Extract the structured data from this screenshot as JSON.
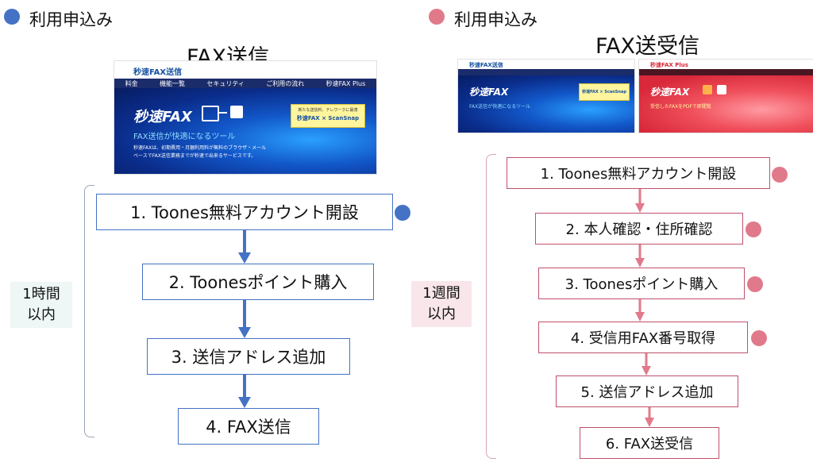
{
  "left": {
    "header": "利用申込み",
    "header_dot_color": "#4472c4",
    "title": "FAX送信",
    "screenshot": {
      "logo": "秒速FAX送信",
      "nav": [
        "料金",
        "機能一覧",
        "セキュリティ",
        "ご利用の流れ",
        "秒速FAX Plus"
      ],
      "hero_title": "秒速FAX",
      "tagline": "FAX送信が快適になるツール",
      "desc1": "秒速FAXは、初期費用・月額利用料が無料のブラウザ・メール",
      "desc2": "ベースでFAX送信業務までが秒速で出来るサービスです。",
      "ad1": "新たな送信料、テレワークに最適",
      "ad2": "秒速FAX × ScanSnap"
    },
    "steps": [
      "1. Toones無料アカウント開設",
      "2. Toonesポイント購入",
      "3. 送信アドレス追加",
      "4. FAX送信"
    ],
    "duration": [
      "1時間",
      "以内"
    ],
    "accent": "#4472c4"
  },
  "right": {
    "header": "利用申込み",
    "header_dot_color": "#e07a8a",
    "title": "FAX送受信",
    "screenshot_blue": {
      "logo": "秒速FAX送信",
      "hero_title": "秒速FAX",
      "tagline": "FAX送信が快適になるツール",
      "ad2": "秒速FAX × ScanSnap"
    },
    "screenshot_red": {
      "logo": "秒速FAX Plus",
      "hero_title": "秒速FAX",
      "tagline": "受信したFAXをPDFで即閲覧"
    },
    "steps": [
      "1. Toones無料アカウント開設",
      "2. 本人確認・住所確認",
      "3. Toonesポイント購入",
      "4. 受信用FAX番号取得",
      "5. 送信アドレス追加",
      "6. FAX送受信"
    ],
    "duration": [
      "1週間",
      "以内"
    ],
    "accent": "#e07a8a"
  }
}
